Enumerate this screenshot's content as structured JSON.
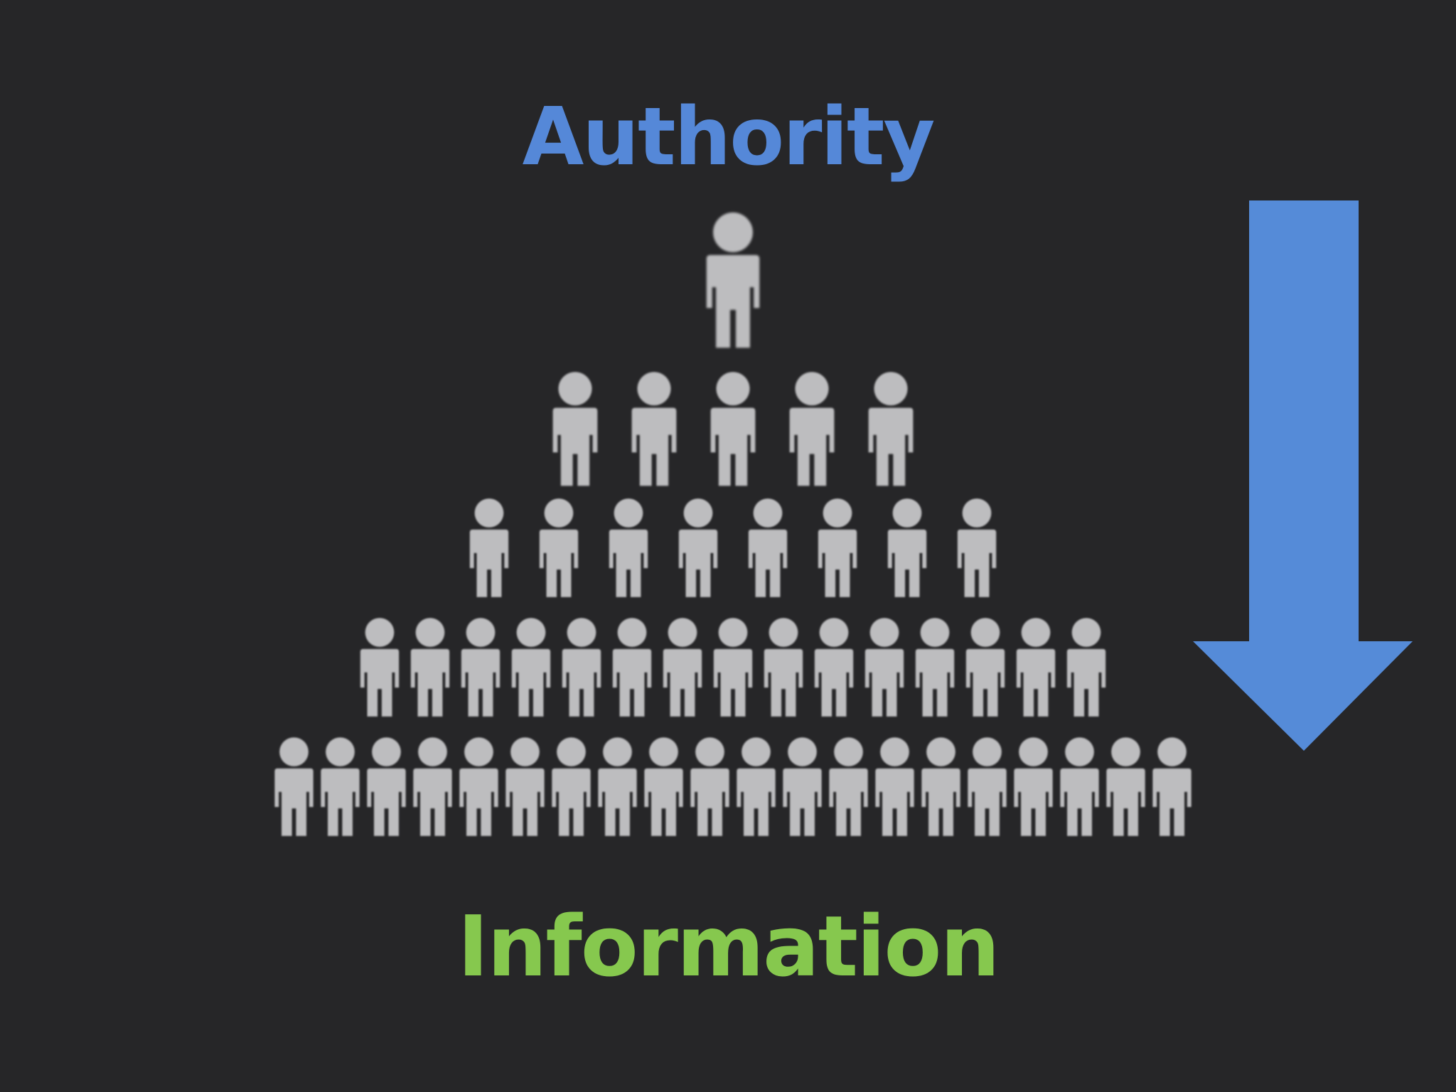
{
  "slide": {
    "top_label": "Authority",
    "bottom_label": "Information"
  },
  "colors": {
    "background": "#262628",
    "top_label": "#5588d8",
    "bottom_label": "#86c84e",
    "person": "#bdbdbf",
    "arrow": "#558bd8"
  },
  "hierarchy": {
    "levels": [
      1,
      5,
      8,
      15,
      20
    ],
    "person_icon": "person-icon"
  },
  "arrow": {
    "direction": "down",
    "icon": "down-arrow-icon"
  }
}
